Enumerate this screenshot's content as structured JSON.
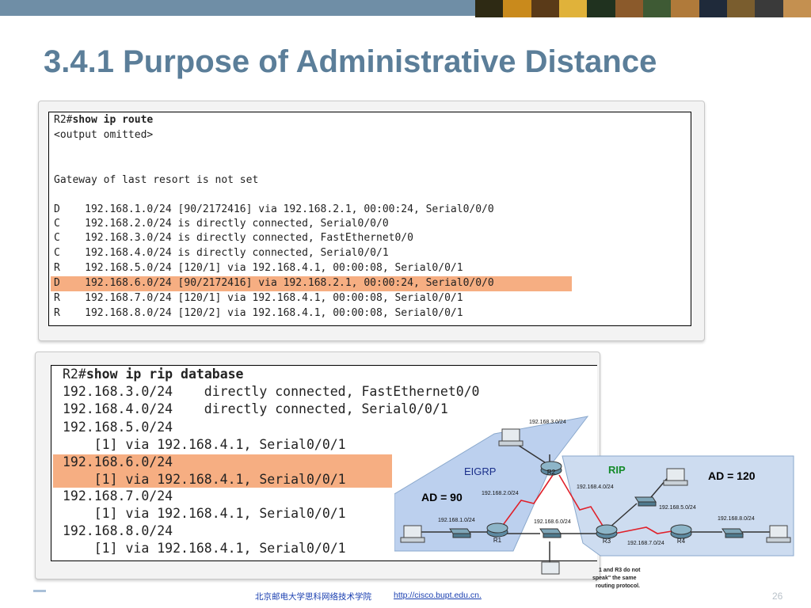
{
  "slide": {
    "title": "3.4.1 Purpose of Administrative Distance",
    "page_number": "26",
    "footer_org": "北京邮电大学思科网络技术学院",
    "footer_url": "http://cisco.bupt.edu.cn."
  },
  "colors": {
    "title": "#5b7e99",
    "topbar": "#6f8ea6",
    "highlight": "#f6ae82",
    "eigrp_area": "#bcd0ee",
    "rip_area": "#cddcf0",
    "serial_link": "#e0202a"
  },
  "route_table": {
    "prompt": "R2#",
    "command": "show ip route",
    "output_omitted": "<output omitted>",
    "gateway": "Gateway of last resort is not set",
    "routes": [
      {
        "code": "D",
        "text": "192.168.1.0/24 [90/2172416] via 192.168.2.1, 00:00:24, Serial0/0/0"
      },
      {
        "code": "C",
        "text": "192.168.2.0/24 is directly connected, Serial0/0/0"
      },
      {
        "code": "C",
        "text": "192.168.3.0/24 is directly connected, FastEthernet0/0"
      },
      {
        "code": "C",
        "text": "192.168.4.0/24 is directly connected, Serial0/0/1"
      },
      {
        "code": "R",
        "text": "192.168.5.0/24 [120/1] via 192.168.4.1, 00:00:08, Serial0/0/1"
      },
      {
        "code": "D",
        "text": "192.168.6.0/24 [90/2172416] via 192.168.2.1, 00:00:24, Serial0/0/0"
      },
      {
        "code": "R",
        "text": "192.168.7.0/24 [120/1] via 192.168.4.1, 00:00:08, Serial0/0/1"
      },
      {
        "code": "R",
        "text": "192.168.8.0/24 [120/2] via 192.168.4.1, 00:00:08, Serial0/0/1"
      }
    ]
  },
  "rip_database": {
    "prompt": "R2#",
    "command": "show ip rip database",
    "lines": [
      "192.168.3.0/24    directly connected, FastEthernet0/0",
      "192.168.4.0/24    directly connected, Serial0/0/1",
      "192.168.5.0/24",
      "    [1] via 192.168.4.1, Serial0/0/1",
      "192.168.6.0/24",
      "    [1] via 192.168.4.1, Serial0/0/1",
      "192.168.7.0/24",
      "    [1] via 192.168.4.1, Serial0/0/1",
      "192.168.8.0/24",
      "    [1] via 192.168.4.1, Serial0/0/1"
    ]
  },
  "topology": {
    "eigrp_label": "EIGRP",
    "rip_label": "RIP",
    "eigrp_ad": "AD = 90",
    "rip_ad": "AD = 120",
    "routers": [
      "R1",
      "R2",
      "R3",
      "R4"
    ],
    "networks": {
      "n1": "192.168.1.0/24",
      "n2": "192.168.2.0/24",
      "n3": "192.168.3.0/24",
      "n4": "192.168.4.0/24",
      "n5": "192.168.5.0/24",
      "n6": "192.168.6.0/24",
      "n7": "192.168.7.0/24",
      "n8": "192.168.8.0/24"
    },
    "note_lines": [
      "1 and R3 do not",
      "speak\" the same",
      "routing protocol."
    ]
  }
}
